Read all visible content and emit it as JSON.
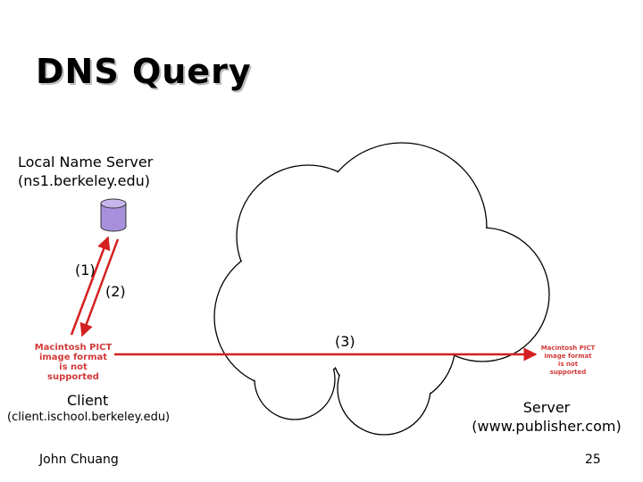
{
  "slide": {
    "title": "DNS Query",
    "footer_author": "John Chuang",
    "page_number": "25"
  },
  "nodes": {
    "local_ns_line1": "Local Name Server",
    "local_ns_line2": "(ns1.berkeley.edu)",
    "client_name": "Client",
    "client_host": "(client.ischool.berkeley.edu)",
    "server_name": "Server",
    "server_host": "(www.publisher.com)"
  },
  "steps": {
    "step1": "(1)",
    "step2": "(2)",
    "step3": "(3)"
  },
  "placeholders": {
    "client_pict_l1": "Macintosh PICT",
    "client_pict_l2": "image format",
    "client_pict_l3": "is not supported",
    "server_pict_l1": "Macintosh PICT",
    "server_pict_l2": "image format",
    "server_pict_l3": "is not supported"
  },
  "colors": {
    "arrow": "#d42020",
    "database_fill": "#a88fdc",
    "database_stroke": "#333333",
    "cloud_stroke": "#000000"
  }
}
